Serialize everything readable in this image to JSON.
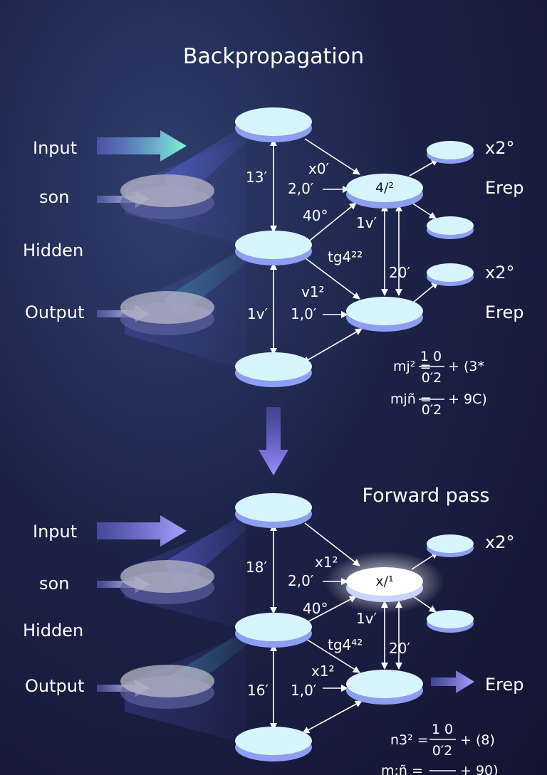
{
  "colors": {
    "background_top": "#2f3f6e",
    "background_bottom": "#131430",
    "node_fill": "#d8f4fb",
    "node_side": "#8e9ef0",
    "input_arrow_start": "#7b7ff0",
    "input_arrow_end": "#7ff5d8",
    "flow_arrow": "#8b86f5",
    "edge": "#ffffff"
  },
  "top": {
    "title": "Backpropagation",
    "labels": {
      "input": "Input",
      "son": "son",
      "hidden": "Hidden",
      "output": "Output"
    },
    "edge_labels": {
      "e1": "13′",
      "e2": "x0′",
      "e3": "2,0′",
      "e4": "40°",
      "e5": "1v′",
      "e6": "tg4²²",
      "e7": "20′",
      "e8": "v1²",
      "e9": "1v′",
      "e10": "1,0′"
    },
    "node_labels": {
      "h1": "4/²"
    },
    "right_labels": {
      "r1": "x2°",
      "r2": "Erep",
      "r3": "x2°",
      "r4": "Erep"
    },
    "formulas": {
      "f1_lhs": "mj² =",
      "f1_num": "1 0",
      "f1_den": "0′2",
      "f1_rhs": "+ (3*",
      "f2_lhs": "mjñ =",
      "f2_den": "0′2",
      "f2_rhs": "+ 9C)"
    }
  },
  "bottom": {
    "title": "Forward pass",
    "labels": {
      "input": "Input",
      "son": "son",
      "hidden": "Hidden",
      "output": "Output"
    },
    "edge_labels": {
      "e1": "18′",
      "e2": "x1²",
      "e3": "2,0′",
      "e4": "40°",
      "e5": "1v′",
      "e6": "tg4⁴²",
      "e7": "20′",
      "e8": "x1²",
      "e9": "16′",
      "e10": "1,0′"
    },
    "node_labels": {
      "h1": "x/¹"
    },
    "right_labels": {
      "r1": "x2°",
      "r2": "Erep"
    },
    "formulas": {
      "f1_lhs": "n3² =",
      "f1_num": "1 0",
      "f1_den": "0′2",
      "f1_rhs": "+ (8)",
      "f2_lhs": "m;ñ =",
      "f2_rhs": "+ 90)"
    }
  }
}
